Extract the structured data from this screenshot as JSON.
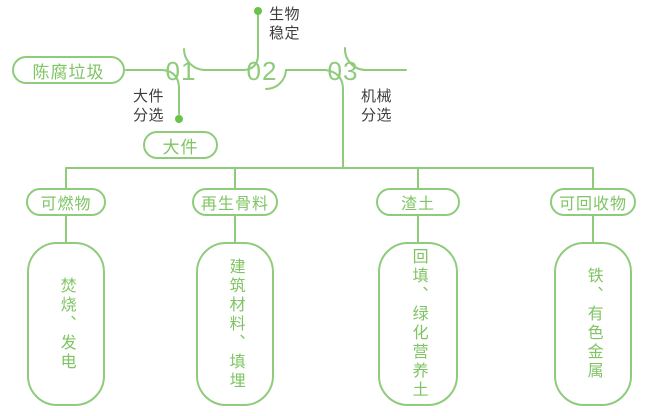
{
  "diagram": {
    "source": "陈腐垃圾",
    "steps": [
      {
        "number": "01",
        "label": "大件\n分选",
        "output": "大件"
      },
      {
        "number": "02",
        "label": "生物\n稳定"
      },
      {
        "number": "03",
        "label": "机械\n分选"
      }
    ],
    "branches": [
      {
        "category": "可燃物",
        "disposal": "焚烧、发电"
      },
      {
        "category": "再生骨料",
        "disposal": "建筑材料、填埋"
      },
      {
        "category": "渣土",
        "disposal": "回填、绿化营养土"
      },
      {
        "category": "可回收物",
        "disposal": "铁、有色金属"
      }
    ],
    "colors": {
      "line_green": "#8ecb7b",
      "text_green": "#7fc463",
      "dot_green": "#69c24a",
      "label_dark": "#3e3e3e"
    }
  }
}
